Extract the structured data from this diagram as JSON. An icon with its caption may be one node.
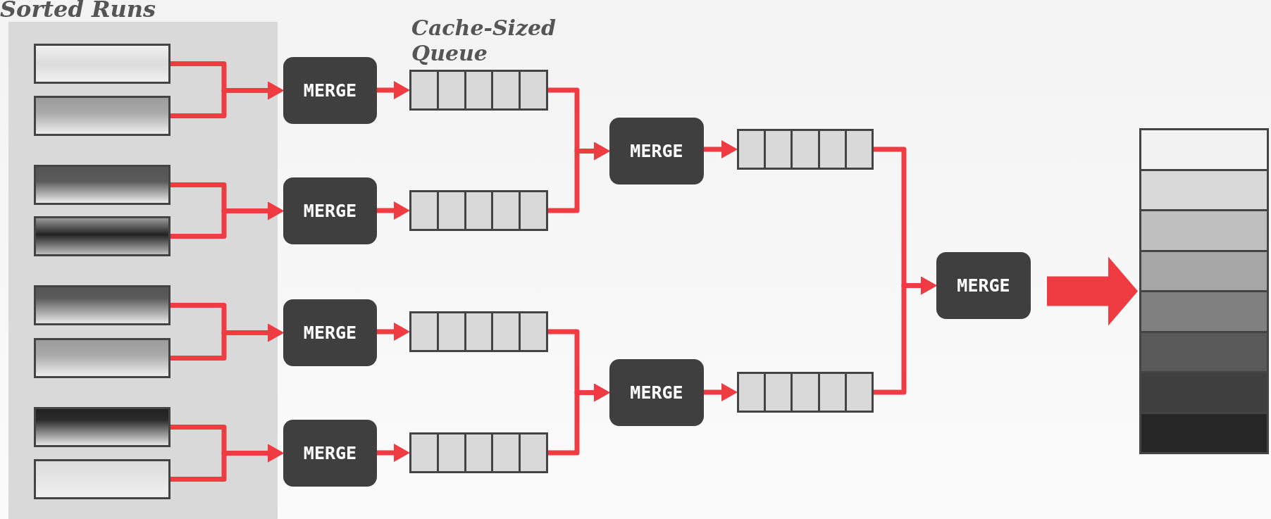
{
  "diagram": {
    "nodes": [
      {
        "text": [
          "Sorted Runs"
        ]
      },
      {
        "text": [],
        "shape": "bar",
        "in": 0
      },
      {
        "text": [],
        "shape": "bar",
        "in": 0
      },
      {
        "text": [],
        "shape": "bar",
        "in": 0
      },
      {
        "text": [],
        "shape": "bar",
        "in": 0
      },
      {
        "text": [],
        "shape": "bar",
        "in": 0
      },
      {
        "text": [],
        "shape": "bar",
        "in": 0
      },
      {
        "text": [],
        "shape": "bar",
        "in": 0
      },
      {
        "text": [],
        "shape": "bar",
        "in": 0
      },
      {
        "text": [
          "MERGE"
        ]
      },
      {
        "text": [],
        "shape": "box",
        "beside": [
          "Cache-Sized Queue"
        ]
      },
      {
        "text": [
          "MERGE"
        ]
      },
      {
        "text": [],
        "shape": "box"
      },
      {
        "text": [
          "MERGE"
        ]
      },
      {
        "text": [],
        "shape": "box"
      },
      {
        "text": [
          "MERGE"
        ]
      },
      {
        "text": [],
        "shape": "box"
      },
      {
        "text": [
          "MERGE"
        ]
      },
      {
        "text": [],
        "shape": "box"
      },
      {
        "text": [
          "MERGE"
        ]
      },
      {
        "text": [],
        "shape": "box"
      },
      {
        "text": [
          "MERGE"
        ]
      },
      {
        "text": [],
        "shape": "box"
      }
    ],
    "edges": [
      {
        "from": 1,
        "to": 9,
        "arrow": "to"
      },
      {
        "from": 2,
        "to": 9,
        "arrow": "to"
      },
      {
        "from": 3,
        "to": 11,
        "arrow": "to"
      },
      {
        "from": 4,
        "to": 11,
        "arrow": "to"
      },
      {
        "from": 5,
        "to": 13,
        "arrow": "to"
      },
      {
        "from": 6,
        "to": 13,
        "arrow": "to"
      },
      {
        "from": 7,
        "to": 15,
        "arrow": "to"
      },
      {
        "from": 8,
        "to": 15,
        "arrow": "to"
      },
      {
        "from": 9,
        "to": 10,
        "arrow": "to"
      },
      {
        "from": 11,
        "to": 12,
        "arrow": "to"
      },
      {
        "from": 13,
        "to": 14,
        "arrow": "to"
      },
      {
        "from": 15,
        "to": 16,
        "arrow": "to"
      },
      {
        "from": 10,
        "to": 17,
        "arrow": "to"
      },
      {
        "from": 12,
        "to": 17,
        "arrow": "to"
      },
      {
        "from": 14,
        "to": 19,
        "arrow": "to"
      },
      {
        "from": 16,
        "to": 19,
        "arrow": "to"
      },
      {
        "from": 17,
        "to": 18,
        "arrow": "to"
      },
      {
        "from": 19,
        "to": 20,
        "arrow": "to"
      },
      {
        "from": 18,
        "to": 21,
        "arrow": "to"
      },
      {
        "from": 20,
        "to": 21,
        "arrow": "to"
      },
      {
        "from": 21,
        "to": 22,
        "arrow": "to",
        "style": "thick"
      }
    ]
  }
}
